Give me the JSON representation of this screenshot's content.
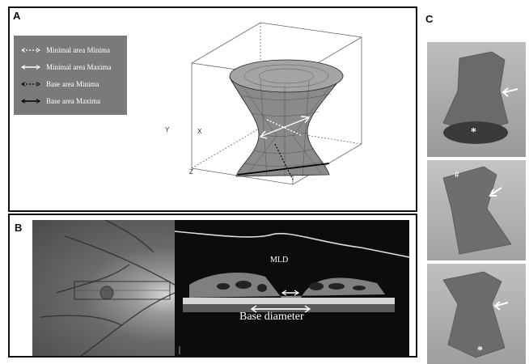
{
  "panels": {
    "a": {
      "label": "A"
    },
    "b": {
      "label": "B"
    },
    "c": {
      "label": "C"
    }
  },
  "legend": {
    "items": [
      {
        "label": "Minimal area Minima",
        "line": "dotted",
        "color": "#ffffff"
      },
      {
        "label": "Minimal area Maxima",
        "line": "solid",
        "color": "#ffffff"
      },
      {
        "label": "Base area Minima",
        "line": "dotted",
        "color": "#000000"
      },
      {
        "label": "Base area Maxima",
        "line": "solid",
        "color": "#000000"
      }
    ]
  },
  "axes3d": {
    "x": "X",
    "y": "Y",
    "z": "Z"
  },
  "oct": {
    "mld_label": "MLD",
    "base_label": "Base diameter"
  },
  "renders": {
    "marks": [
      "*",
      "#",
      "*"
    ]
  }
}
